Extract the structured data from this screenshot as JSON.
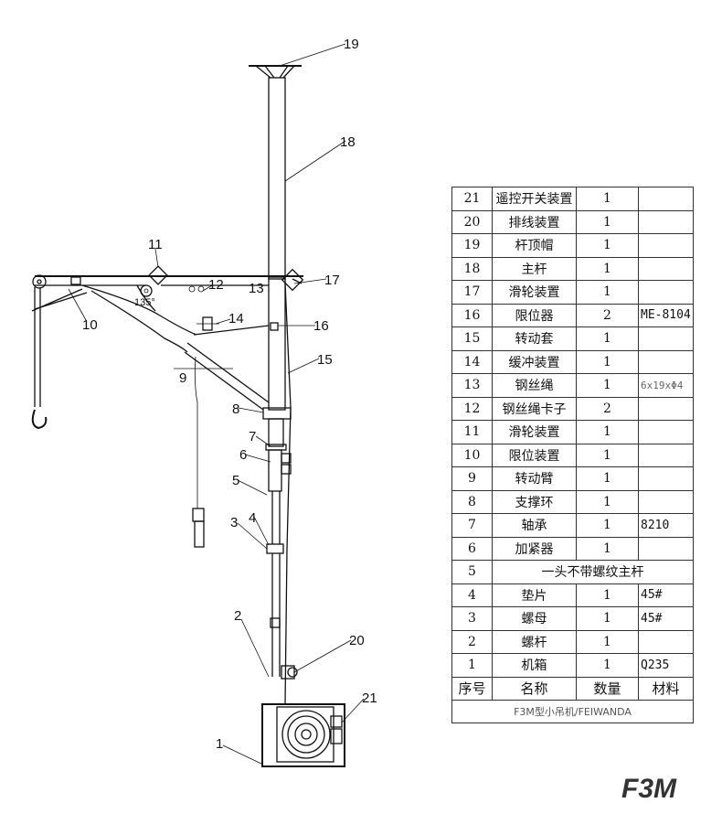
{
  "model": "F3M",
  "callouts": [
    "1",
    "2",
    "3",
    "4",
    "5",
    "6",
    "7",
    "8",
    "9",
    "10",
    "11",
    "12",
    "13",
    "14",
    "15",
    "16",
    "17",
    "18",
    "19",
    "20",
    "21"
  ],
  "angle_label": "135°",
  "table": {
    "rows": [
      {
        "no": "21",
        "name": "遥控开关装置",
        "qty": "1",
        "material": ""
      },
      {
        "no": "20",
        "name": "排线装置",
        "qty": "1",
        "material": ""
      },
      {
        "no": "19",
        "name": "杆顶帽",
        "qty": "1",
        "material": ""
      },
      {
        "no": "18",
        "name": "主杆",
        "qty": "1",
        "material": ""
      },
      {
        "no": "17",
        "name": "滑轮装置",
        "qty": "1",
        "material": ""
      },
      {
        "no": "16",
        "name": "限位器",
        "qty": "2",
        "material": "ME-8104"
      },
      {
        "no": "15",
        "name": "转动套",
        "qty": "1",
        "material": ""
      },
      {
        "no": "14",
        "name": "缓冲装置",
        "qty": "1",
        "material": ""
      },
      {
        "no": "13",
        "name": "钢丝绳",
        "qty": "1",
        "material": "6x19xΦ4"
      },
      {
        "no": "12",
        "name": "钢丝绳卡子",
        "qty": "2",
        "material": ""
      },
      {
        "no": "11",
        "name": "滑轮装置",
        "qty": "1",
        "material": ""
      },
      {
        "no": "10",
        "name": "限位装置",
        "qty": "1",
        "material": ""
      },
      {
        "no": "9",
        "name": "转动臂",
        "qty": "1",
        "material": ""
      },
      {
        "no": "8",
        "name": "支撑环",
        "qty": "1",
        "material": ""
      },
      {
        "no": "7",
        "name": "轴承",
        "qty": "1",
        "material": "8210"
      },
      {
        "no": "6",
        "name": "加紧器",
        "qty": "1",
        "material": ""
      },
      {
        "no": "5",
        "name": "一头不带螺纹主杆",
        "qty": "",
        "material": ""
      },
      {
        "no": "4",
        "name": "垫片",
        "qty": "1",
        "material": "45#"
      },
      {
        "no": "3",
        "name": "螺母",
        "qty": "1",
        "material": "45#"
      },
      {
        "no": "2",
        "name": "螺杆",
        "qty": "1",
        "material": ""
      },
      {
        "no": "1",
        "name": "机箱",
        "qty": "1",
        "material": "Q235"
      }
    ],
    "header": {
      "no": "序号",
      "name": "名称",
      "qty": "数量",
      "material": "材料"
    },
    "footer": "F3M型小吊机/FEIWANDA"
  }
}
